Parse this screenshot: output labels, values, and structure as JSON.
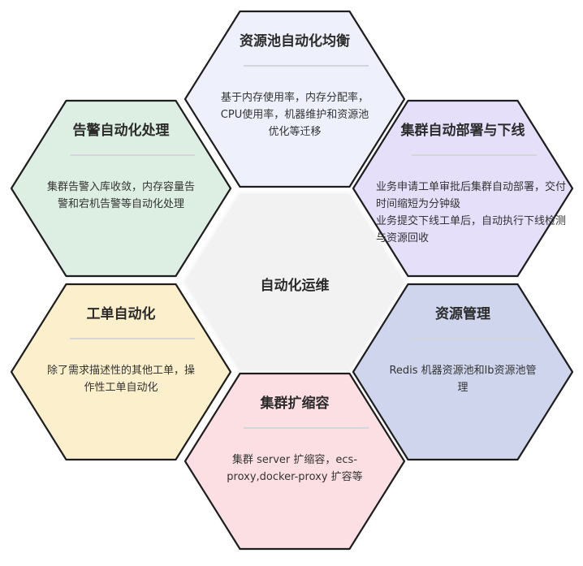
{
  "center": {
    "title": "自动化运维",
    "color": "#f2f2f2"
  },
  "cells": [
    {
      "id": "top",
      "title": "资源池自动化均衡",
      "body": "基于内存使用率，内存分配率，CPU使用率，机器维护和资源池优化等迁移",
      "color": "#eef1fb"
    },
    {
      "id": "upper-left",
      "title": "告警自动化处理",
      "body": "集群告警入库收敛，内存容量告警和宕机告警等自动化处理",
      "color": "#dcefe2"
    },
    {
      "id": "upper-right",
      "title": "集群自动部署与下线",
      "body": "业务申请工单审批后集群自动部署，交付时间缩短为分钟级\n业务提交下线工单后，自动执行下线检测与资源回收",
      "color": "#e5dffa"
    },
    {
      "id": "lower-left",
      "title": "工单自动化",
      "body": "除了需求描述性的其他工单，操作性工单自动化",
      "color": "#fcefcb"
    },
    {
      "id": "lower-right",
      "title": "资源管理",
      "body": "Redis 机器资源池和lb资源池管理",
      "color": "#cfd5ec"
    },
    {
      "id": "bottom",
      "title": "集群扩缩容",
      "body": "集群 server 扩缩容，ecs-proxy,docker-proxy  扩容等",
      "color": "#fcdfe3"
    }
  ]
}
